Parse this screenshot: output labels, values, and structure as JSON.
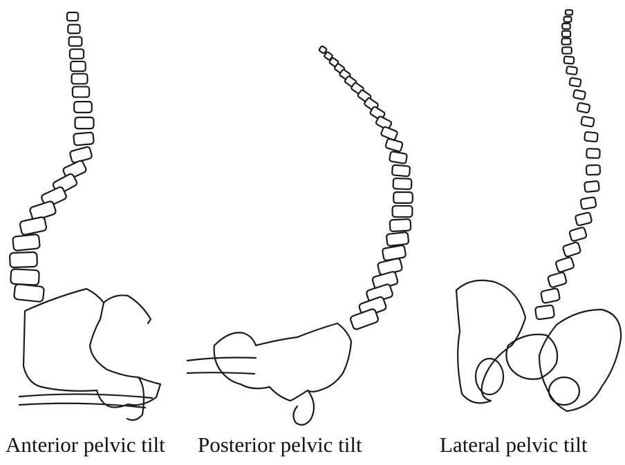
{
  "figure": {
    "panels": [
      {
        "id": "anterior",
        "caption": "Anterior pelvic tilt"
      },
      {
        "id": "posterior",
        "caption": "Posterior pelvic tilt"
      },
      {
        "id": "lateral",
        "caption": "Lateral pelvic tilt"
      }
    ]
  }
}
